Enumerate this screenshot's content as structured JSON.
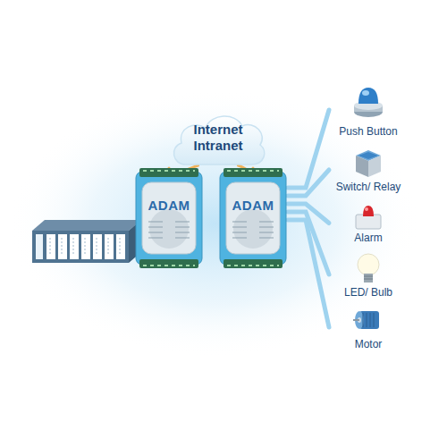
{
  "diagram": {
    "nodes": [
      {
        "text": [
          "Internet Intranet"
        ]
      },
      {
        "text": [
          "ADAM"
        ]
      },
      {
        "text": [
          "ADAM"
        ]
      },
      {
        "text": [
          "Push Button"
        ]
      },
      {
        "text": [
          "Switch/ Relay"
        ]
      },
      {
        "text": [
          "Alarm"
        ]
      },
      {
        "text": [
          "LED/ Bulb"
        ]
      },
      {
        "text": [
          "Motor"
        ]
      }
    ],
    "edges": [
      {
        "from": 1,
        "to": 0,
        "arrow": "none"
      },
      {
        "from": 0,
        "to": 2,
        "arrow": "none"
      },
      {
        "from": 2,
        "to": 3,
        "arrow": "none"
      },
      {
        "from": 2,
        "to": 4,
        "arrow": "none"
      },
      {
        "from": 2,
        "to": 5,
        "arrow": "none"
      },
      {
        "from": 2,
        "to": 6,
        "arrow": "none"
      },
      {
        "from": 2,
        "to": 7,
        "arrow": "none"
      }
    ]
  }
}
